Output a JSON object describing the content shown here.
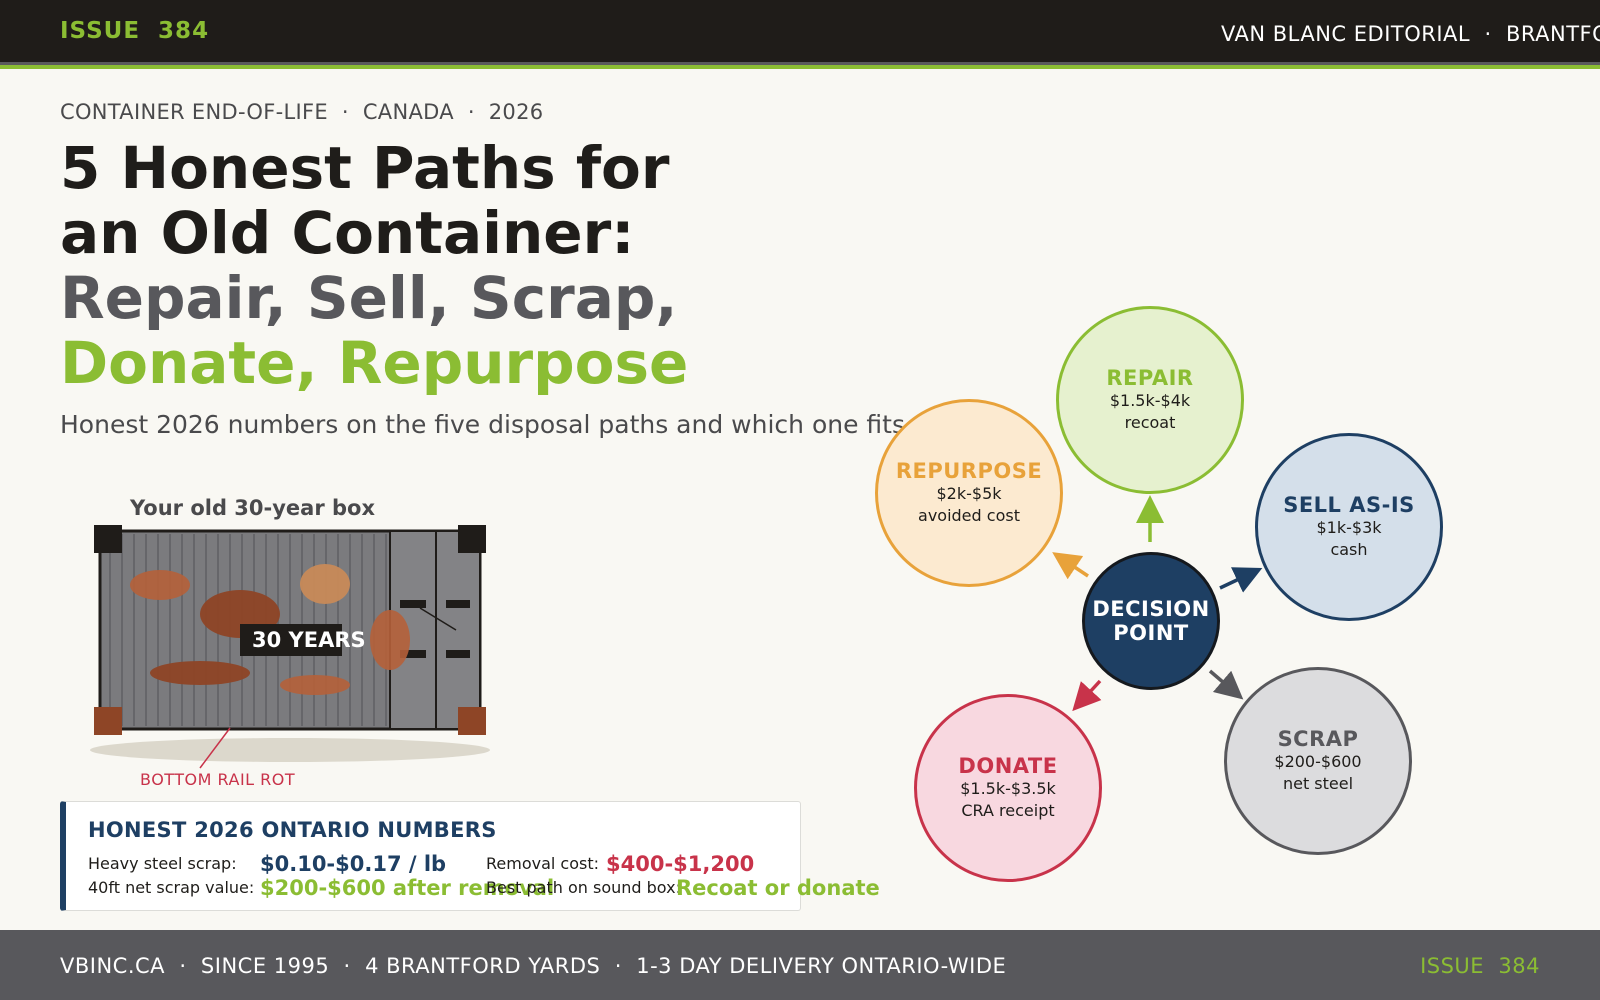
{
  "header": {
    "issue": "ISSUE  384",
    "publisher": "VAN BLANC EDITORIAL  ·  BRANTFO"
  },
  "kicker": "CONTAINER END-OF-LIFE  ·  CANADA  ·  2026",
  "headline": {
    "line1": "5 Honest Paths for",
    "line2": "an Old Container:",
    "line3": "Repair, Sell, Scrap,",
    "line4": "Donate, Repurpose"
  },
  "subhead": "Honest 2026 numbers on the five disposal paths and which one fits your box.",
  "container_illustration": {
    "title": "Your old 30-year box",
    "age_label": "30 YEARS",
    "callout": "BOTTOM RAIL ROT"
  },
  "numbers_card": {
    "title": "HONEST 2026 ONTARIO NUMBERS",
    "scrap_price_label": "Heavy steel scrap:",
    "scrap_price_value": "$0.10-$0.17 / lb",
    "removal_label": "Removal cost:",
    "removal_value": "$400-$1,200",
    "net_value_label": "40ft net scrap value:",
    "net_value_value": "$200-$600 after removal",
    "best_path_label": "Best path on sound box:",
    "best_path_value": "Recoat or donate"
  },
  "decision_map": {
    "center": {
      "line1": "DECISION",
      "line2": "POINT"
    },
    "paths": [
      {
        "key": "repair",
        "name": "REPAIR",
        "value": "$1.5k-$4k",
        "note": "recoat",
        "color": "#8bbd33"
      },
      {
        "key": "sell",
        "name": "SELL AS-IS",
        "value": "$1k-$3k",
        "note": "cash",
        "color": "#1e3f63"
      },
      {
        "key": "scrap",
        "name": "SCRAP",
        "value": "$200-$600",
        "note": "net steel",
        "color": "#58585c"
      },
      {
        "key": "donate",
        "name": "DONATE",
        "value": "$1.5k-$3.5k",
        "note": "CRA receipt",
        "color": "#c8334a"
      },
      {
        "key": "repurpose",
        "name": "REPURPOSE",
        "value": "$2k-$5k",
        "note": "avoided cost",
        "color": "#e8a23a"
      }
    ]
  },
  "footer": {
    "left": "VBINC.CA  ·  SINCE 1995  ·  4 BRANTFORD YARDS  ·  1-3 DAY DELIVERY ONTARIO-WIDE",
    "right": "ISSUE  384"
  }
}
